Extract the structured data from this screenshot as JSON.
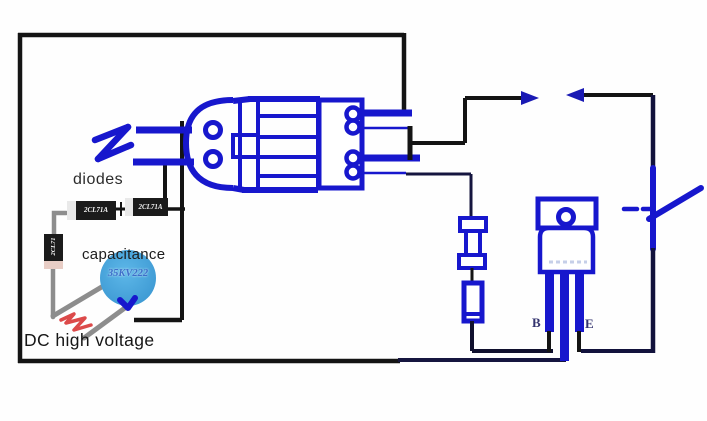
{
  "diagram": {
    "type": "circuit-schematic",
    "labels": {
      "diodes_caption": "diodes",
      "capacitance_caption": "capacitance",
      "dc_caption": "DC high voltage"
    },
    "components": {
      "diode_h1": {
        "model": "2CL71A"
      },
      "diode_h2": {
        "model": "2CL71A"
      },
      "diode_vertical": {
        "model": "2CL71"
      },
      "capacitor": {
        "marking": "35KV222"
      },
      "transistor": {
        "pin_left": "B",
        "pin_right": "E"
      }
    },
    "colors": {
      "component_blue": "#1717cd",
      "arrow_blue": "#1a1ab4",
      "wire_black": "#141414",
      "wire_navy": "#14143d",
      "wire_gray": "#8d8d8d",
      "diode_body": "#1b1b1b",
      "diode_band": "#e9e9e9",
      "diode_band_pink": "#e8cdc5",
      "capacitor_fill": "#46a6dd",
      "capacitor_text": "#3f6fca",
      "spark_red": "#dc4a4a"
    }
  }
}
